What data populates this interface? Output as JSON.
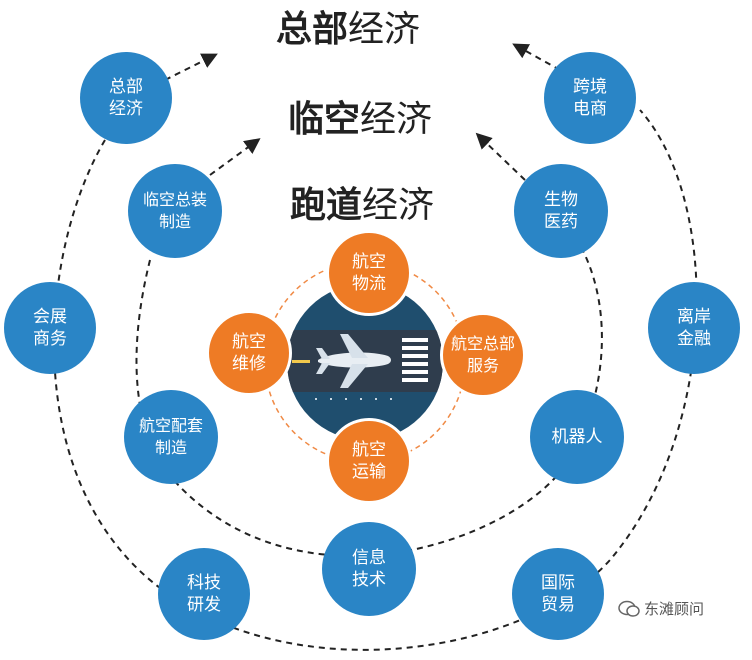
{
  "colors": {
    "blue_bubble": "#2a85c6",
    "orange_bubble": "#ee7b25",
    "core_circle": "#1f4e6e",
    "runway": "#2f3d4d",
    "ring_dash": "#222222",
    "orange_dash": "#f08a45"
  },
  "titles": {
    "outer": {
      "bold": "总部",
      "light": "经济"
    },
    "middle": {
      "bold": "临空",
      "light": "经济"
    },
    "inner": {
      "bold": "跑道",
      "light": "经济"
    }
  },
  "core": {
    "top": "航空\n物流",
    "left": "航空\n维修",
    "right": "航空总部\n服务",
    "bottom": "航空\n运输"
  },
  "middle_ring": {
    "top_left": "临空总装\n制造",
    "left": "航空配套\n制造",
    "bottom": "信息\n技术",
    "right_lower": "机器人",
    "right_upper": "生物\n医药"
  },
  "outer_ring": {
    "top_left": "总部\n经济",
    "left": "会展\n商务",
    "bottom_left": "科技\n研发",
    "bottom_right": "国际\n贸易",
    "right": "离岸\n金融",
    "top_right": "跨境\n电商"
  },
  "watermark": {
    "icon": "wechat-icon",
    "text": "东滩顾问"
  }
}
